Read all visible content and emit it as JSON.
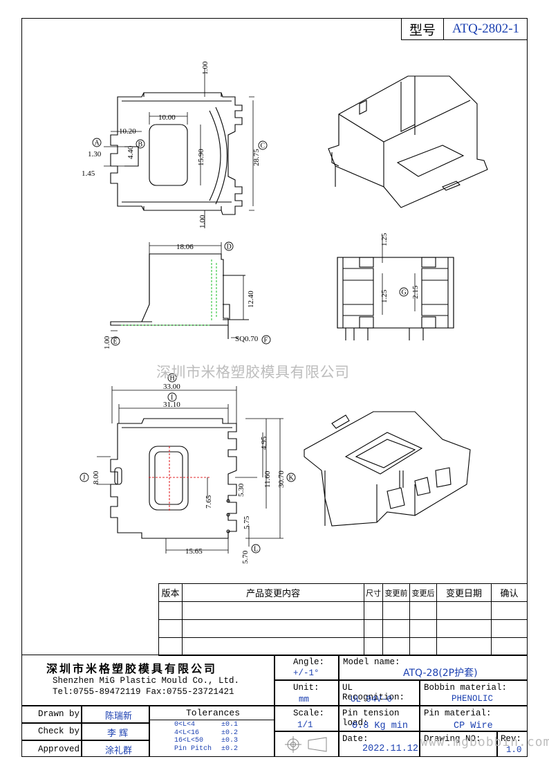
{
  "header": {
    "model_label": "型号",
    "model_value": "ATQ-2802-1"
  },
  "watermark": {
    "company_text": "深圳市米格塑胶模具有限公司",
    "url": "www.mgbobbin.com"
  },
  "dimensions": {
    "top_view": [
      "1.00",
      "10.00",
      "10.20",
      "1.30",
      "4.40",
      "1.45",
      "15.90",
      "28.75",
      "1.00"
    ],
    "top_view_markers": [
      "A",
      "B",
      "C"
    ],
    "side_view": [
      "18.06",
      "12.40",
      "1.00",
      "SQ0.70"
    ],
    "side_view_markers": [
      "D",
      "E",
      "F"
    ],
    "end_view": [
      "1.25",
      "1.25",
      "2.15"
    ],
    "end_view_markers": [
      "G"
    ],
    "bottom_view": [
      "33.00",
      "31.10",
      "8.00",
      "4.95",
      "11.60",
      "30.70",
      "5.30",
      "7.65",
      "5.75",
      "15.65",
      "5.70"
    ],
    "bottom_view_markers": [
      "H",
      "I",
      "J",
      "K",
      "L"
    ]
  },
  "revision_table": {
    "headers": [
      "版本",
      "产品变更内容",
      "尺寸",
      "变更前",
      "变更后",
      "变更日期",
      "确认"
    ]
  },
  "title_block": {
    "company_cn": "深圳市米格塑胶模具有限公司",
    "company_en": "Shenzhen MiG Plastic Mould Co., Ltd.",
    "contact": "Tel:0755-89472119   Fax:0755-23721421",
    "drawn_by_label": "Drawn by",
    "drawn_by": "陈瑞新",
    "check_by_label": "Check by",
    "check_by": "李 辉",
    "approved_label": "Approved",
    "approved": "涂礼群",
    "tolerances_label": "Tolerances",
    "tolerances": [
      {
        "range": "0<L<4",
        "value": "±0.1"
      },
      {
        "range": "4<L<16",
        "value": "±0.2"
      },
      {
        "range": "16<L<50",
        "value": "±0.3"
      },
      {
        "range": "Pin Pitch",
        "value": "±0.2"
      }
    ],
    "angle_label": "Angle:",
    "angle": "+/-1°",
    "unit_label": "Unit:",
    "unit": "mm",
    "scale_label": "Scale:",
    "scale": "1/1",
    "model_name_label": "Model name:",
    "model_name": "ATQ-28(2P护套)",
    "ul_label": "UL Recognition:",
    "ul": "UL 94V-0",
    "bobbin_material_label": "Bobbin material:",
    "bobbin_material": "PHENOLIC",
    "pin_tension_label": "Pin tension load:",
    "pin_tension": "0.8 Kg min",
    "pin_material_label": "Pin material:",
    "pin_material": "CP Wire",
    "date_label": "Date:",
    "date": "2022.11.12",
    "drawing_no_label": "Drawing NO:",
    "rev_label": "Rev:",
    "rev": "1.0"
  }
}
